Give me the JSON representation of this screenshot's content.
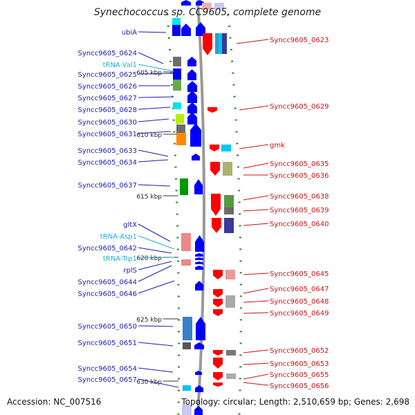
{
  "title": "Synechococcus sp. CC9605, complete genome",
  "accession_text": "Accession: NC_007516",
  "topology_text": "Topology: circular; Length: 2,510,659 bp; Genes: 2,698",
  "colors": {
    "forward": "#0000ff",
    "reverse": "#ff0000",
    "forward_label": "#1b1bb0",
    "reverse_label": "#cc1111",
    "trna_label": "#22aadd",
    "backbone": "#999999",
    "tick": "#228b22"
  },
  "ticks": [
    {
      "kbp": 605,
      "label": "605 kbp"
    },
    {
      "kbp": 610,
      "label": "610 kbp"
    },
    {
      "kbp": 615,
      "label": "615 kbp"
    },
    {
      "kbp": 620,
      "label": "620 kbp"
    },
    {
      "kbp": 625,
      "label": "625 kbp"
    },
    {
      "kbp": 630,
      "label": "630 kbp"
    }
  ],
  "forward_labels": [
    {
      "name": "ubiA",
      "type": "gene"
    },
    {
      "name": "Syncc9605_0624",
      "type": "gene"
    },
    {
      "name": "tRNA-Val1",
      "type": "trna"
    },
    {
      "name": "Syncc9605_0625",
      "type": "gene"
    },
    {
      "name": "Syncc9605_0626",
      "type": "gene"
    },
    {
      "name": "Syncc9605_0627",
      "type": "gene"
    },
    {
      "name": "Syncc9605_0628",
      "type": "gene"
    },
    {
      "name": "Syncc9605_0630",
      "type": "gene"
    },
    {
      "name": "Syncc9605_0631",
      "type": "gene"
    },
    {
      "name": "Syncc9605_0633",
      "type": "gene"
    },
    {
      "name": "Syncc9605_0634",
      "type": "gene"
    },
    {
      "name": "Syncc9605_0637",
      "type": "gene"
    },
    {
      "name": "gltX",
      "type": "gene"
    },
    {
      "name": "tRNA-Asp1",
      "type": "trna"
    },
    {
      "name": "Syncc9605_0642",
      "type": "gene"
    },
    {
      "name": "tRNA-Trp1",
      "type": "trna"
    },
    {
      "name": "rplS",
      "type": "gene"
    },
    {
      "name": "Syncc9605_0644",
      "type": "gene"
    },
    {
      "name": "Syncc9605_0646",
      "type": "gene"
    },
    {
      "name": "Syncc9605_0650",
      "type": "gene"
    },
    {
      "name": "Syncc9605_0651",
      "type": "gene"
    },
    {
      "name": "Syncc9605_0654",
      "type": "gene"
    },
    {
      "name": "Syncc9605_0657",
      "type": "gene"
    }
  ],
  "reverse_labels": [
    {
      "name": "Syncc9605_0623",
      "type": "gene"
    },
    {
      "name": "Syncc9605_0629",
      "type": "gene"
    },
    {
      "name": "gmk",
      "type": "gene"
    },
    {
      "name": "Syncc9605_0635",
      "type": "gene"
    },
    {
      "name": "Syncc9605_0636",
      "type": "gene"
    },
    {
      "name": "Syncc9605_0638",
      "type": "gene"
    },
    {
      "name": "Syncc9605_0639",
      "type": "gene"
    },
    {
      "name": "Syncc9605_0640",
      "type": "gene"
    },
    {
      "name": "Syncc9605_0645",
      "type": "gene"
    },
    {
      "name": "Syncc9605_0647",
      "type": "gene"
    },
    {
      "name": "Syncc9605_0648",
      "type": "gene"
    },
    {
      "name": "Syncc9605_0649",
      "type": "gene"
    },
    {
      "name": "Syncc9605_0652",
      "type": "gene"
    },
    {
      "name": "Syncc9605_0653",
      "type": "gene"
    },
    {
      "name": "Syncc9605_0655",
      "type": "gene"
    },
    {
      "name": "Syncc9605_0656",
      "type": "gene"
    }
  ]
}
